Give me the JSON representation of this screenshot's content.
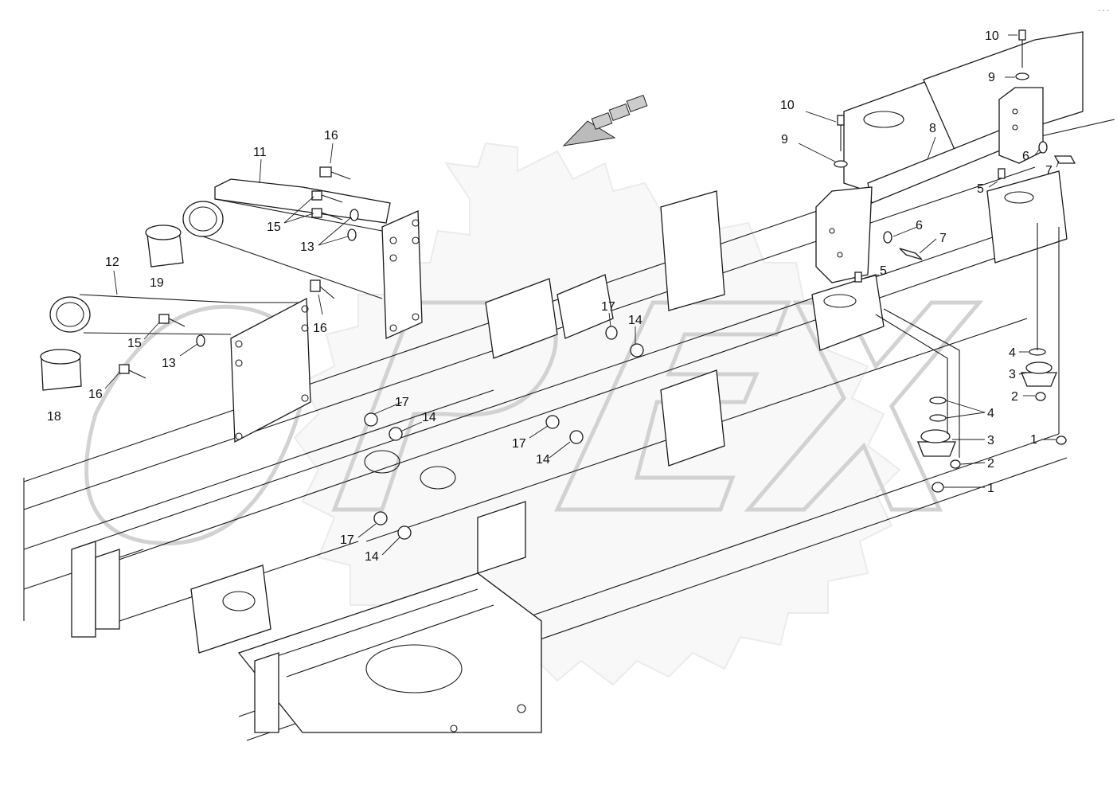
{
  "diagram": {
    "watermark": "OPEX",
    "corner_mark": "...",
    "callouts": [
      {
        "id": "c10a",
        "text": "10"
      },
      {
        "id": "c9a",
        "text": "9"
      },
      {
        "id": "c10b",
        "text": "10"
      },
      {
        "id": "c9b",
        "text": "9"
      },
      {
        "id": "c8",
        "text": "8"
      },
      {
        "id": "c6a",
        "text": "6"
      },
      {
        "id": "c7a",
        "text": "7"
      },
      {
        "id": "c5a",
        "text": "5"
      },
      {
        "id": "c6b",
        "text": "6"
      },
      {
        "id": "c7b",
        "text": "7"
      },
      {
        "id": "c5b",
        "text": "5"
      },
      {
        "id": "c4a",
        "text": "4"
      },
      {
        "id": "c3a",
        "text": "3"
      },
      {
        "id": "c2a",
        "text": "2"
      },
      {
        "id": "c1a",
        "text": "1"
      },
      {
        "id": "c4b",
        "text": "4"
      },
      {
        "id": "c3b",
        "text": "3"
      },
      {
        "id": "c2b",
        "text": "2"
      },
      {
        "id": "c1b",
        "text": "1"
      },
      {
        "id": "c16a",
        "text": "16"
      },
      {
        "id": "c11",
        "text": "11"
      },
      {
        "id": "c15a",
        "text": "15"
      },
      {
        "id": "c13a",
        "text": "13"
      },
      {
        "id": "c19",
        "text": "19"
      },
      {
        "id": "c12",
        "text": "12"
      },
      {
        "id": "c16b",
        "text": "16"
      },
      {
        "id": "c15b",
        "text": "15"
      },
      {
        "id": "c13b",
        "text": "13"
      },
      {
        "id": "c16c",
        "text": "16"
      },
      {
        "id": "c18",
        "text": "18"
      },
      {
        "id": "c17a",
        "text": "17"
      },
      {
        "id": "c14a",
        "text": "14"
      },
      {
        "id": "c17b",
        "text": "17"
      },
      {
        "id": "c14b",
        "text": "14"
      },
      {
        "id": "c17c",
        "text": "17"
      },
      {
        "id": "c14c",
        "text": "14"
      },
      {
        "id": "c17d",
        "text": "17"
      },
      {
        "id": "c14d",
        "text": "14"
      }
    ]
  }
}
